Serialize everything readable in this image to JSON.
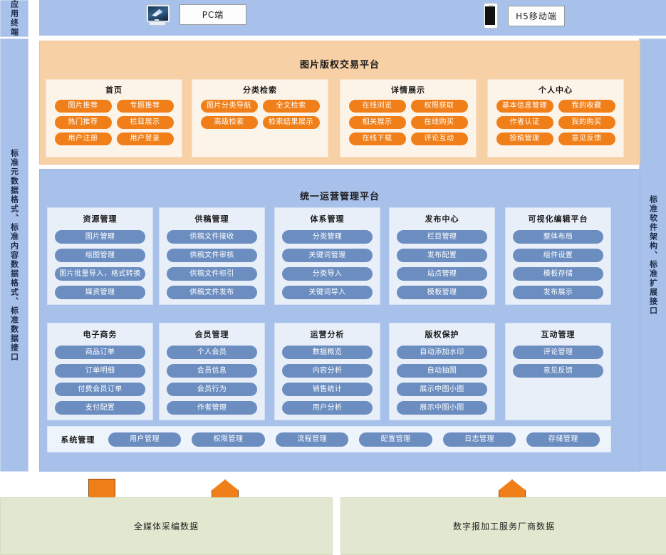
{
  "rails": {
    "top_left": "应用终端",
    "left": "标准元数据格式、标准内容数据格式、标准数据接口",
    "right": "标准软件架构、标准扩展接口"
  },
  "terminals": [
    {
      "icon": "desktop-monitor-icon",
      "label": "PC端"
    },
    {
      "icon": "mobile-phone-icon",
      "label": "H5移动端"
    }
  ],
  "orange_platform": {
    "title": "图片版权交易平台",
    "groups": [
      {
        "title": "首页",
        "items": [
          "图片推荐",
          "专题推荐",
          "热门推荐",
          "栏目展示",
          "用户注册",
          "用户登录"
        ]
      },
      {
        "title": "分类检索",
        "items": [
          "图片分类导航",
          "全文检索",
          "高级检索",
          "检索结果展示"
        ]
      },
      {
        "title": "详情展示",
        "items": [
          "在线浏览",
          "权限获取",
          "相关展示",
          "在线购买",
          "在线下载",
          "评论互动"
        ]
      },
      {
        "title": "个人中心",
        "items": [
          "基本信息管理",
          "我的收藏",
          "作者认证",
          "我的购买",
          "投稿管理",
          "意见反馈"
        ]
      }
    ]
  },
  "blue_platform": {
    "title": "统一运营管理平台",
    "row1": [
      {
        "title": "资源管理",
        "items": [
          "图片管理",
          "组图管理",
          "图片批量导入，格式转换",
          "媒资管理"
        ]
      },
      {
        "title": "供稿管理",
        "items": [
          "供稿文件接收",
          "供稿文件审核",
          "供稿文件标引",
          "供稿文件发布"
        ]
      },
      {
        "title": "体系管理",
        "items": [
          "分类管理",
          "关键词管理",
          "分类导入",
          "关键词导入"
        ]
      },
      {
        "title": "发布中心",
        "items": [
          "栏目管理",
          "发布配置",
          "站点管理",
          "模板管理"
        ]
      },
      {
        "title": "可视化编辑平台",
        "items": [
          "整体布局",
          "组件设置",
          "模板存储",
          "发布展示"
        ]
      }
    ],
    "row2": [
      {
        "title": "电子商务",
        "items": [
          "商品订单",
          "订单明细",
          "付费会员订单",
          "支付配置"
        ]
      },
      {
        "title": "会员管理",
        "items": [
          "个人会员",
          "会员信息",
          "会员行为",
          "作者管理"
        ]
      },
      {
        "title": "运营分析",
        "items": [
          "数据概览",
          "内容分析",
          "销售统计",
          "用户分析"
        ]
      },
      {
        "title": "版权保护",
        "items": [
          "自动添加水印",
          "自动抽图",
          "展示中图小图",
          "展示中图小图"
        ]
      },
      {
        "title": "互动管理",
        "items": [
          "评论管理",
          "意见反馈"
        ]
      }
    ],
    "system_bar": {
      "label": "系统管理",
      "items": [
        "用户管理",
        "权限管理",
        "流程管理",
        "配置管理",
        "日志管理",
        "存储管理"
      ]
    }
  },
  "arrows": [
    {
      "name": "arrow-down",
      "direction": "down"
    },
    {
      "name": "arrow-up",
      "direction": "up"
    },
    {
      "name": "arrow-up",
      "direction": "up"
    }
  ],
  "data_sources": [
    {
      "label": "全媒体采编数据"
    },
    {
      "label": "数字报加工服务厂商数据"
    }
  ],
  "colors": {
    "orange_accent": "#f07f19",
    "orange_panel": "#f8d0a6",
    "blue_accent": "#6b8dc0",
    "blue_panel": "#a8c1ea",
    "green_panel": "#e2e8cf"
  }
}
